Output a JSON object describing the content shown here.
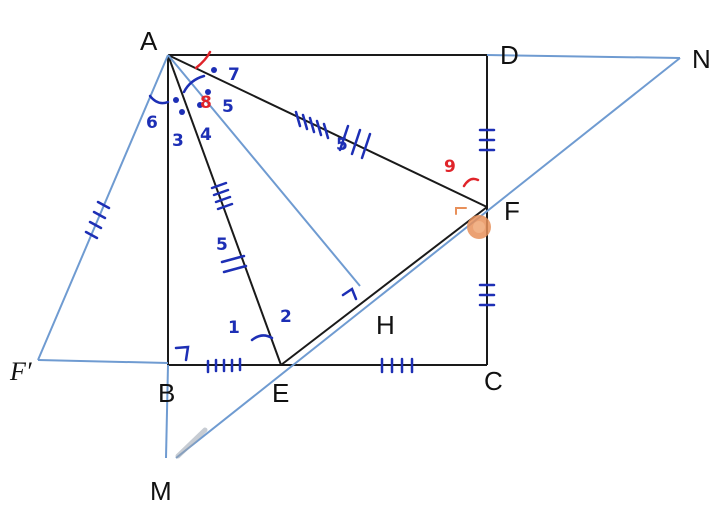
{
  "points": {
    "A": "A",
    "B": "B",
    "C": "C",
    "D": "D",
    "E": "E",
    "F": "F",
    "H": "H",
    "M": "M",
    "N": "N",
    "F_prime": "F′"
  },
  "annotations": {
    "angle_1": "1",
    "angle_2": "2",
    "angle_3": "3",
    "angle_4": "4",
    "angle_5": "5",
    "angle_6": "6",
    "angle_7": "7",
    "angle_8": "8",
    "angle_9": "9",
    "equal_mark_AF": "5",
    "equal_mark_AE": "5"
  },
  "colors": {
    "black_line": "#1a1a1a",
    "blue_line": "#6f9bd1",
    "ink_blue": "#1d2fb5",
    "ink_red": "#e0242a",
    "highlight": "#e8905a"
  }
}
